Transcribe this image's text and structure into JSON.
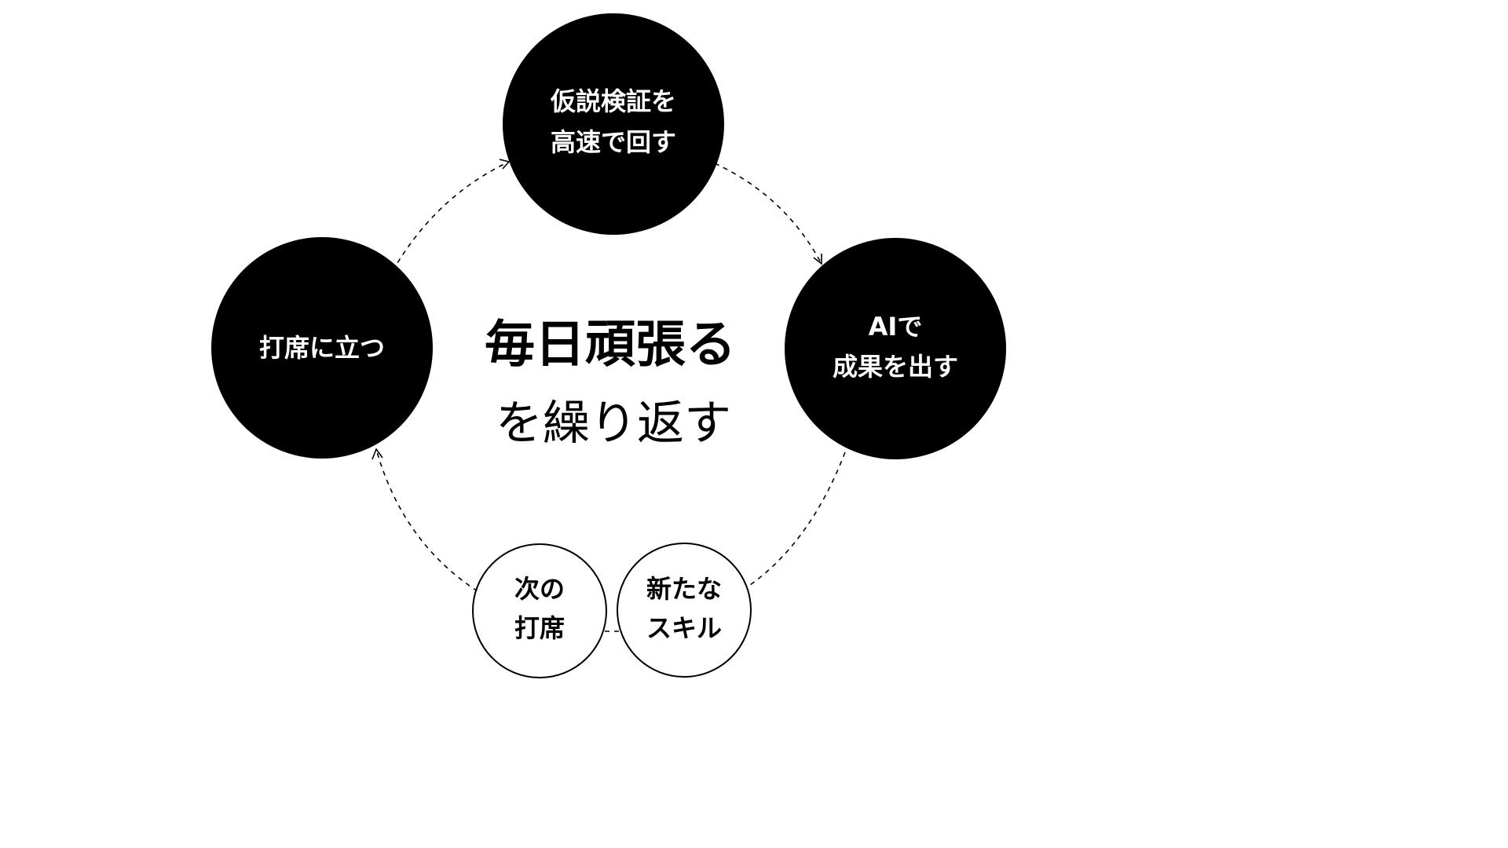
{
  "nodes": {
    "top": {
      "lines": [
        "仮説検証を",
        "高速で回す"
      ],
      "fill": "#000000"
    },
    "right": {
      "lines": [
        "AIで",
        "成果を出す"
      ],
      "fill": "#000000"
    },
    "left": {
      "lines": [
        "打席に立つ"
      ],
      "fill": "#000000"
    },
    "bottom_left": {
      "lines": [
        "次の",
        "打席"
      ],
      "fill": "#ffffff"
    },
    "bottom_right": {
      "lines": [
        "新たな",
        "スキル"
      ],
      "fill": "#ffffff"
    }
  },
  "center": {
    "line1": "毎日頑張る",
    "line2": "を繰り返す"
  },
  "colors": {
    "dark": "#000000",
    "light": "#ffffff"
  }
}
